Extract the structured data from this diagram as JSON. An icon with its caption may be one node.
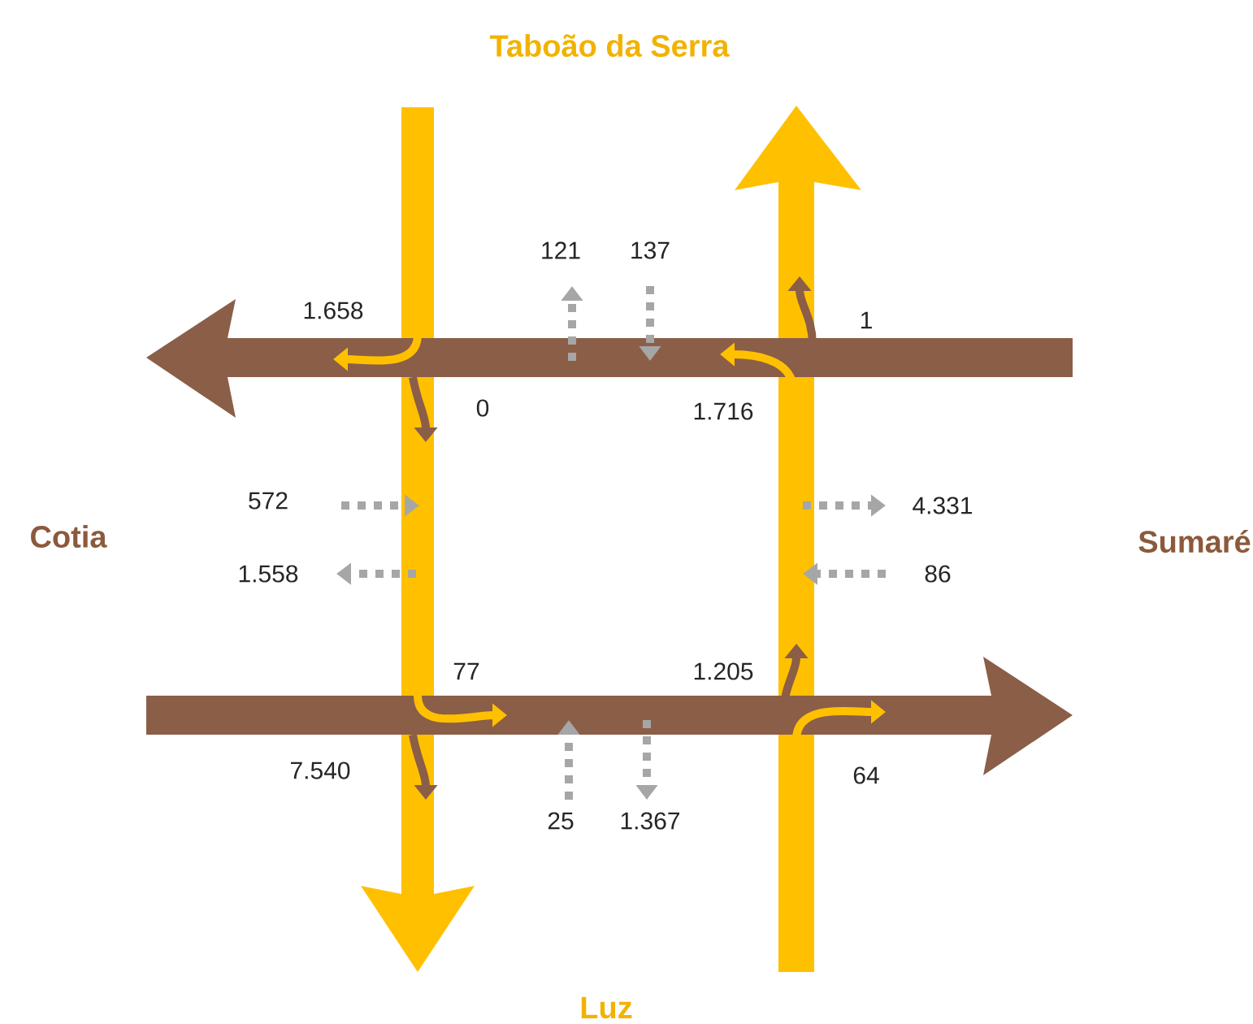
{
  "diagram": {
    "labels": [
      "Taboão da Serra",
      "121",
      "137",
      "1.658",
      "1",
      "0",
      "1.716",
      "572",
      "4.331",
      "Cotia",
      "Sumaré",
      "1.558",
      "86",
      "77",
      "1.205",
      "7.540",
      "64",
      "25",
      "1.367",
      "Luz"
    ]
  }
}
